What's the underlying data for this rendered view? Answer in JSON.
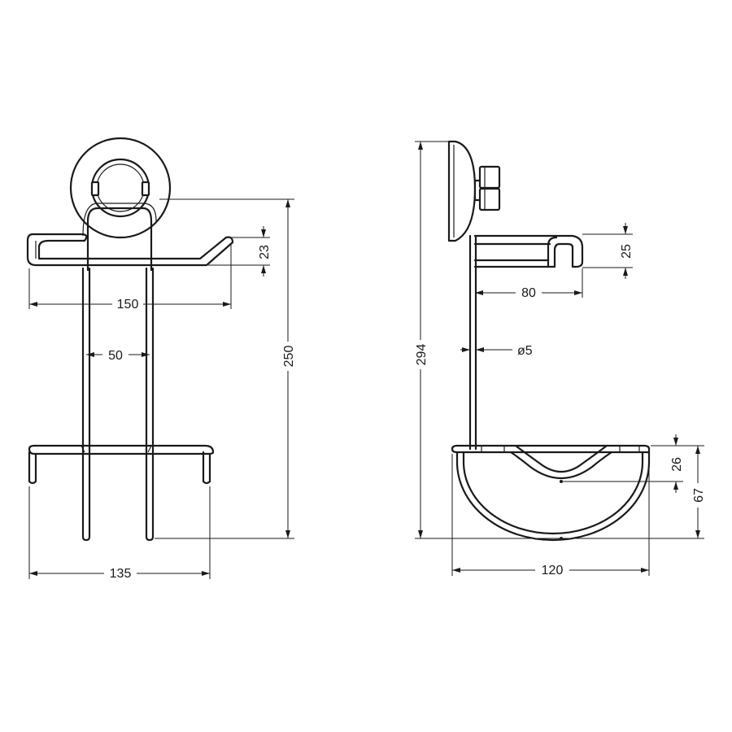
{
  "front_view": {
    "dimensions": {
      "top_width": "150",
      "rod_spacing": "50",
      "total_height": "250",
      "shelf_height": "23",
      "base_width": "135"
    }
  },
  "side_view": {
    "dimensions": {
      "total_height": "294",
      "shelf_height": "25",
      "shelf_depth": "80",
      "rod_diameter": "ø5",
      "cup_inner_depth": "26",
      "cup_height": "67",
      "cup_width": "120"
    }
  }
}
